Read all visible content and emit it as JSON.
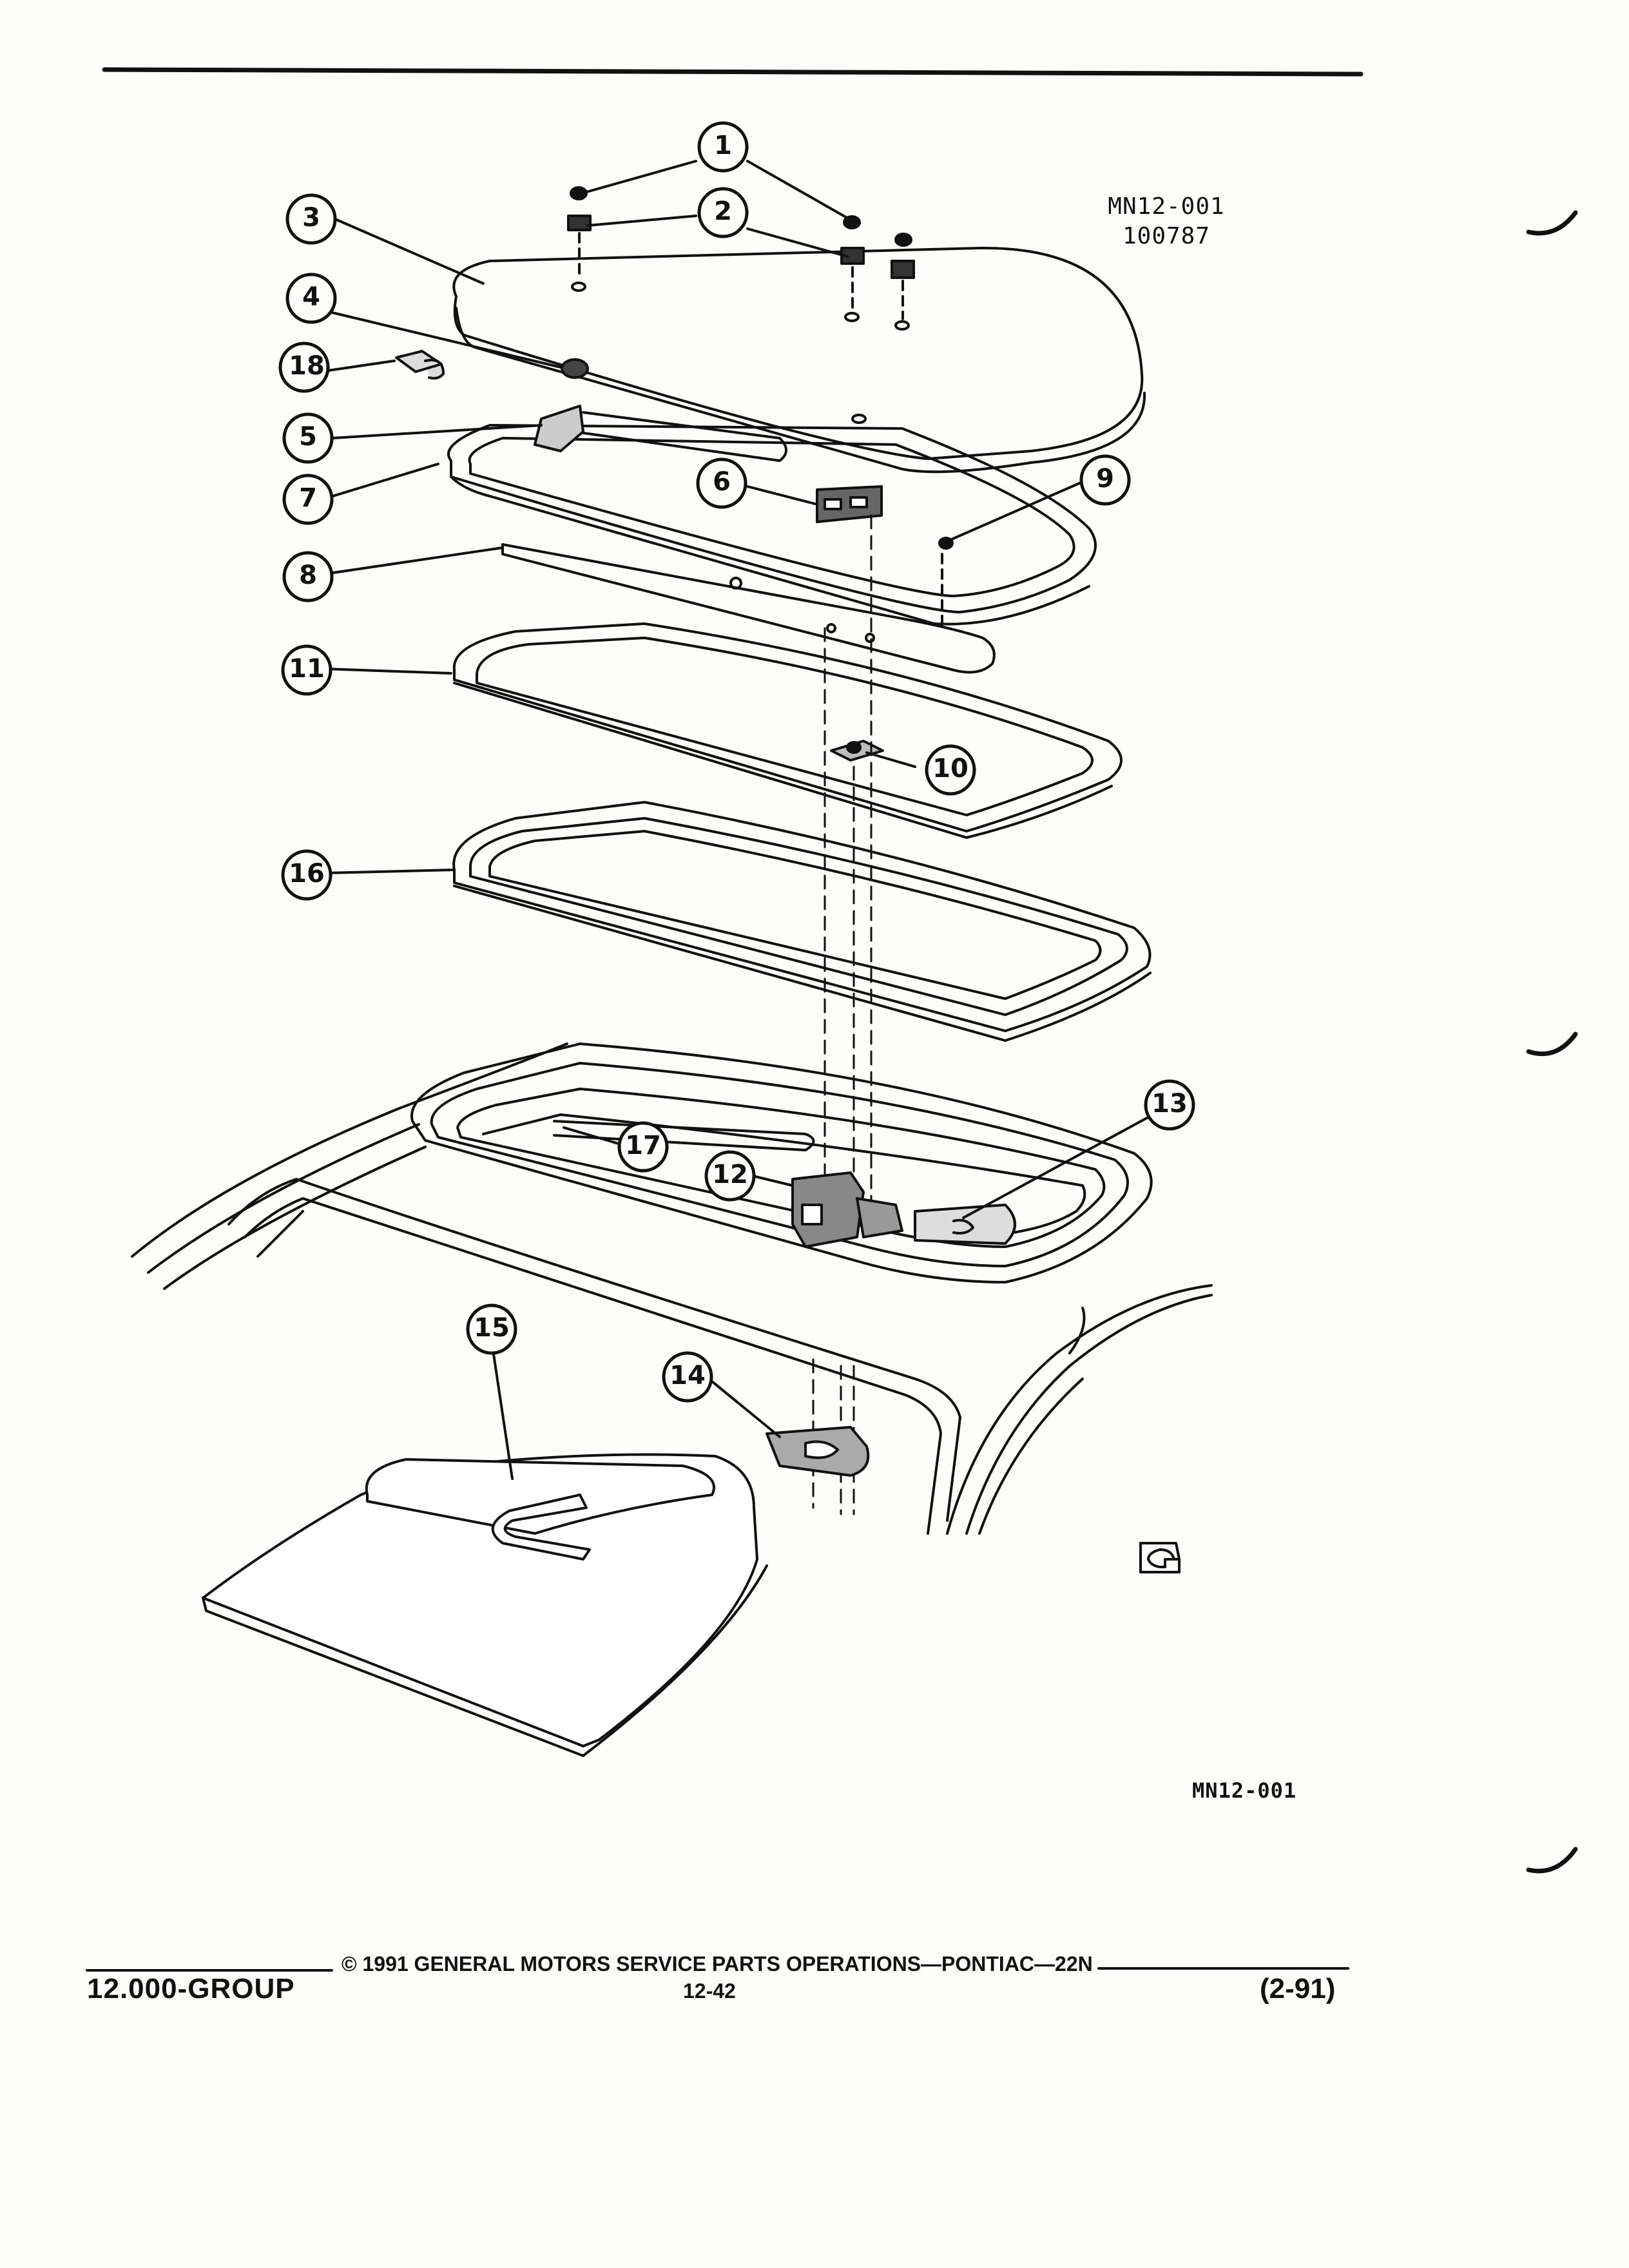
{
  "figure": {
    "ref_code": "MN12-001",
    "ref_number": "100787",
    "bottom_ref": "MN12-001",
    "logo_letter": "G"
  },
  "callouts": [
    "1",
    "2",
    "3",
    "4",
    "5",
    "6",
    "7",
    "8",
    "9",
    "10",
    "11",
    "12",
    "13",
    "14",
    "15",
    "16",
    "17",
    "18"
  ],
  "footer": {
    "group": "12.000-GROUP",
    "copyright": "© 1991 GENERAL MOTORS SERVICE PARTS OPERATIONS—PONTIAC—22N",
    "page_number": "12-42",
    "revision": "(2-91)"
  }
}
